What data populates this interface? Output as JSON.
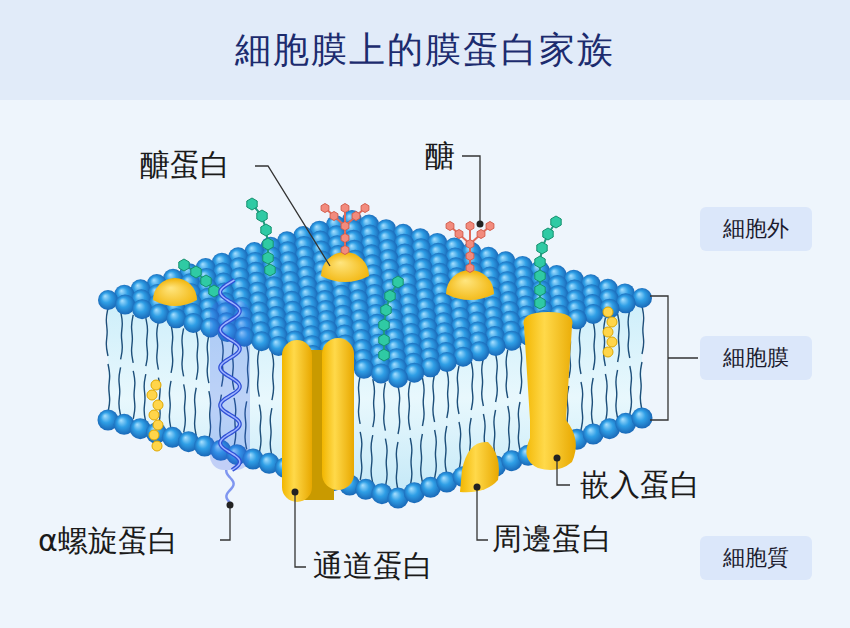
{
  "diagram": {
    "title": "細胞膜上的膜蛋白家族",
    "nodes": [
      {
        "text": [
          "細胞外"
        ]
      },
      {
        "text": [
          "細胞膜"
        ]
      },
      {
        "text": [
          "細胞質"
        ]
      }
    ],
    "labels": [
      "醣蛋白",
      "醣",
      "嵌入蛋白",
      "α螺旋蛋白",
      "周邊蛋白",
      "通道蛋白"
    ]
  }
}
